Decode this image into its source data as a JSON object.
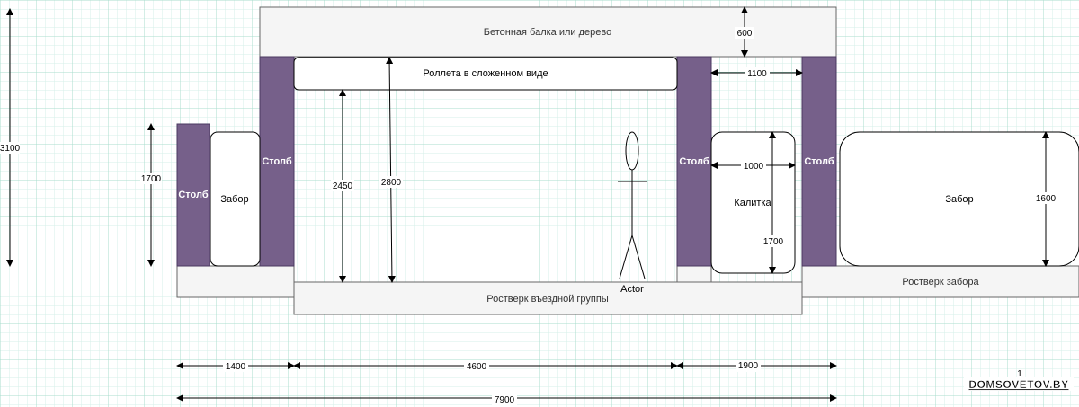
{
  "colors": {
    "grid_minor": "#d6efe8",
    "grid_major": "#a9dccd",
    "post": "#76608a",
    "post_stroke": "#4a3960",
    "box_fill": "#f5f5f5",
    "box_stroke": "#666666",
    "shape_stroke": "#000000"
  },
  "labels": {
    "beam": "Бетонная балка или дерево",
    "roller": "Роллета в сложенном виде",
    "post": "Столб",
    "fence_left": "Забор",
    "fence_right": "Забор",
    "gate": "Калитка",
    "actor": "Actor",
    "foundation_entry": "Ростверк въездной группы",
    "foundation_fence": "Ростверк забора"
  },
  "dimensions": {
    "d3100": "3100",
    "d1700_left": "1700",
    "d2450": "2450",
    "d2800": "2800",
    "d600": "600",
    "d1100": "1100",
    "d1000": "1000",
    "d1700_gate": "1700",
    "d1600": "1600",
    "d1400": "1400",
    "d4600": "4600",
    "d1900": "1900",
    "d7900": "7900"
  },
  "page_number": "1",
  "watermark": "DOMSOVETOV.BY"
}
